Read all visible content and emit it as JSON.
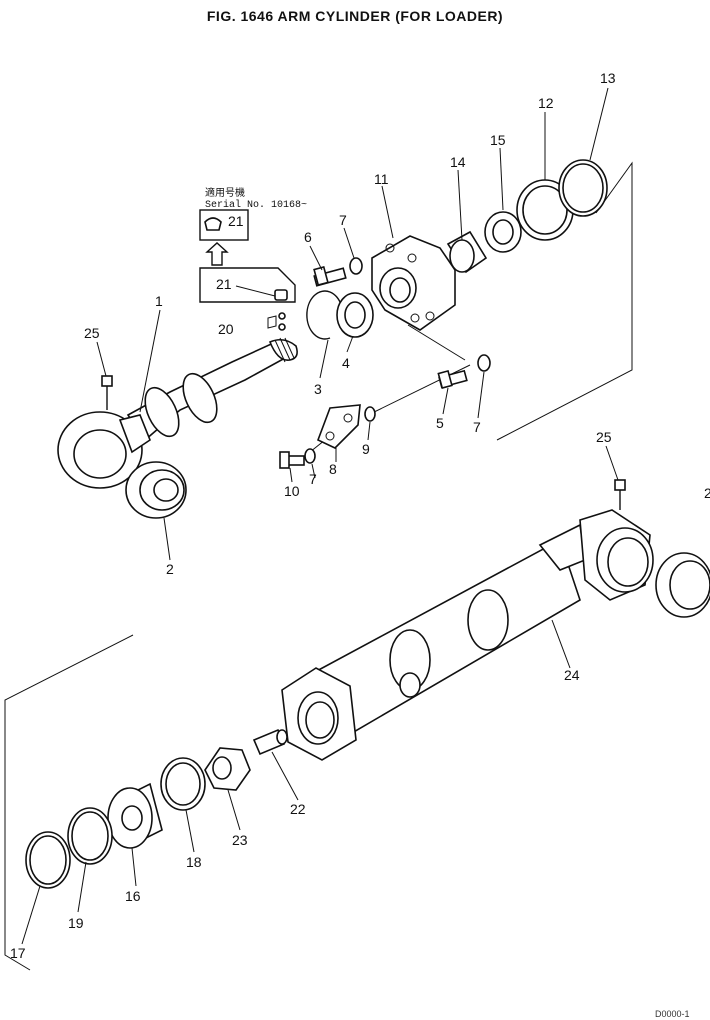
{
  "title": "FIG. 1646   ARM CYLINDER (FOR LOADER)",
  "serial_note": {
    "japanese_label": "適用号機",
    "serial": "Serial No. 10168~"
  },
  "callouts": {
    "c1": "1",
    "c2a": "2",
    "c2b": "2",
    "c3": "3",
    "c4": "4",
    "c5": "5",
    "c6": "6",
    "c7a": "7",
    "c7b": "7",
    "c7c": "7",
    "c8": "8",
    "c9": "9",
    "c10": "10",
    "c11": "11",
    "c12": "12",
    "c13": "13",
    "c14": "14",
    "c15": "15",
    "c16": "16",
    "c17": "17",
    "c18": "18",
    "c19": "19",
    "c20": "20",
    "c21a": "21",
    "c21b": "21",
    "c22": "22",
    "c23": "23",
    "c24": "24",
    "c25a": "25",
    "c25b": "25"
  },
  "drawing_code": "D0000-1"
}
